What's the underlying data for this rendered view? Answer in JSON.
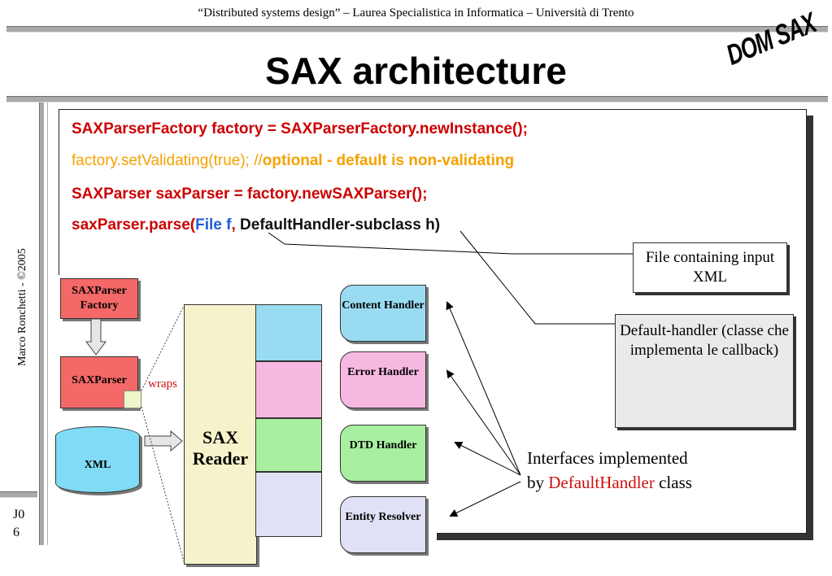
{
  "header": {
    "course_line": "“Distributed systems design” – Laurea Specialistica in Informatica – Università di Trento"
  },
  "slide": {
    "title": "SAX architecture",
    "logo_text": "DOM SAX",
    "sidebar_text": "Marco Ronchetti  -  ©2005",
    "slide_number": "J0 6"
  },
  "code": {
    "line1": "SAXParserFactory factory = SAXParserFactory.newInstance();",
    "line2_a": "factory.setValidating(true); //",
    "line2_b": "optional - default is non-validating",
    "line3": "SAXParser saxParser = factory.newSAXParser();",
    "line4_a": "saxParser.parse(",
    "line4_b": "File f",
    "line4_c": ", ",
    "line4_d": "DefaultHandler-subclass h)"
  },
  "callouts": {
    "file": "File containing input XML",
    "handler": "Default-handler (classe che implementa le callback)"
  },
  "diagram": {
    "factory_label": "SAXParser Factory",
    "parser_label": "SAXParser",
    "wraps_label": "wraps",
    "xml_label": "XML",
    "reader_label": "SAX Reader",
    "handlers": [
      {
        "label": "Content Handler",
        "color": "#99dcf2"
      },
      {
        "label": "Error Handler",
        "color": "#f6b8e0"
      },
      {
        "label": "DTD Handler",
        "color": "#a8f0a0"
      },
      {
        "label": "Entity Resolver",
        "color": "#e0e0f6"
      }
    ]
  },
  "interfaces_note": {
    "line1": "Interfaces implemented",
    "line2_a": "by ",
    "line2_b": "DefaultHandler",
    "line2_c": " class"
  }
}
